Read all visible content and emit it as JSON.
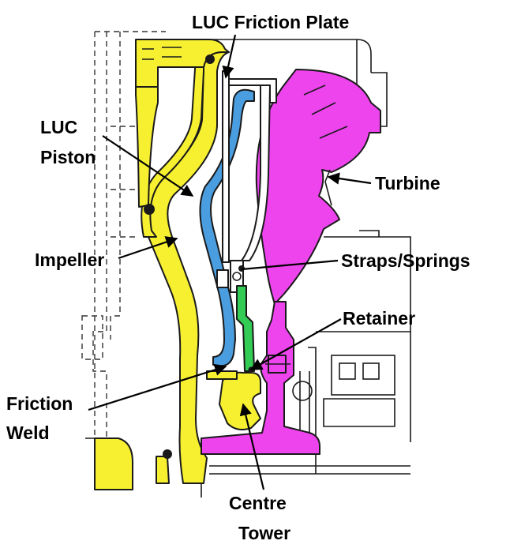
{
  "colors": {
    "impeller": "#f7f030",
    "turbine": "#ee44ee",
    "piston": "#4a9ee0",
    "straps": "#33cc55",
    "ink": "#1a1a1a",
    "label": "#000000"
  },
  "labels": {
    "friction_plate": "LUC Friction Plate",
    "luc_piston_1": "LUC",
    "luc_piston_2": "Piston",
    "turbine": "Turbine",
    "impeller": "Impeller",
    "straps_springs": "Straps/Springs",
    "retainer": "Retainer",
    "friction_weld_1": "Friction",
    "friction_weld_2": "Weld",
    "centre_tower_1": "Centre",
    "centre_tower_2": "Tower"
  }
}
